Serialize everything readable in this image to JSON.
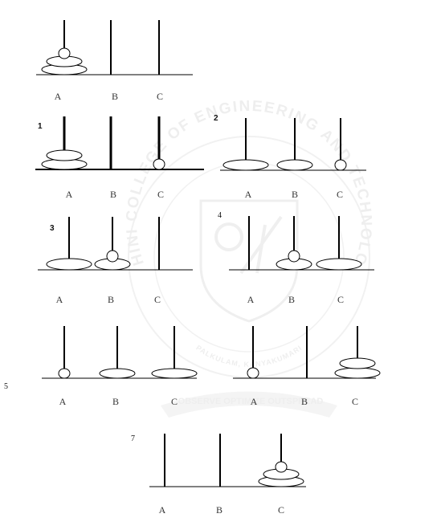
{
  "watermark": {
    "top_text": "ROHINI COLLEGE OF ENGINEERING AND TECHNOLOGY",
    "bottom_text": "PALKULAM, KANYAKUMARI",
    "motto": "OBSERVE OPTIMIZE OUTSPREAD"
  },
  "peg_labels": [
    "A",
    "B",
    "C"
  ],
  "steps": [
    {
      "number": "",
      "disks": {
        "A": [
          3,
          2,
          1
        ],
        "B": [],
        "C": []
      }
    },
    {
      "number": "1",
      "disks": {
        "A": [
          3,
          2
        ],
        "B": [],
        "C": [
          1
        ]
      }
    },
    {
      "number": "2",
      "disks": {
        "A": [
          3
        ],
        "B": [
          2
        ],
        "C": [
          1
        ]
      }
    },
    {
      "number": "3",
      "disks": {
        "A": [
          3
        ],
        "B": [
          2,
          1
        ],
        "C": []
      }
    },
    {
      "number": "4",
      "disks": {
        "A": [],
        "B": [
          2,
          1
        ],
        "C": [
          3
        ]
      }
    },
    {
      "number": "5",
      "disks": {
        "A": [
          1
        ],
        "B": [
          2
        ],
        "C": [
          3
        ]
      }
    },
    {
      "number": "",
      "disks": {
        "A": [
          1
        ],
        "B": [],
        "C": [
          3,
          2
        ]
      }
    },
    {
      "number": "7",
      "disks": {
        "A": [],
        "B": [],
        "C": [
          3,
          2,
          1
        ]
      }
    }
  ]
}
